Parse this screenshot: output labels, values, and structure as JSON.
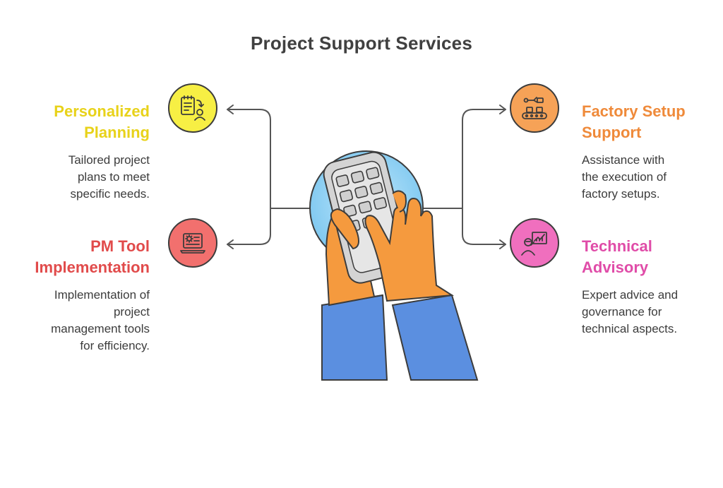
{
  "title": "Project Support Services",
  "items": [
    {
      "label_lines": [
        "Personalized",
        "Planning"
      ],
      "desc_lines": [
        "Tailored project",
        "plans to meet",
        "specific needs."
      ],
      "color": "#e8d21a",
      "fill": "#f7ef44",
      "icon": "clipboard-plan-icon"
    },
    {
      "label_lines": [
        "PM Tool",
        "Implementation"
      ],
      "desc_lines": [
        "Implementation of",
        "project",
        "management tools",
        "for efficiency."
      ],
      "color": "#e14b4b",
      "fill": "#f2706e",
      "icon": "laptop-gear-icon"
    },
    {
      "label_lines": [
        "Factory Setup",
        "Support"
      ],
      "desc_lines": [
        "Assistance with",
        "the execution of",
        "factory setups."
      ],
      "color": "#ef8a3a",
      "fill": "#f6a257",
      "icon": "factory-conveyor-icon"
    },
    {
      "label_lines": [
        "Technical",
        "Advisory"
      ],
      "desc_lines": [
        "Expert advice and",
        "governance for",
        "technical aspects."
      ],
      "color": "#e04ca8",
      "fill": "#f06fbe",
      "icon": "presenter-chart-icon"
    }
  ]
}
